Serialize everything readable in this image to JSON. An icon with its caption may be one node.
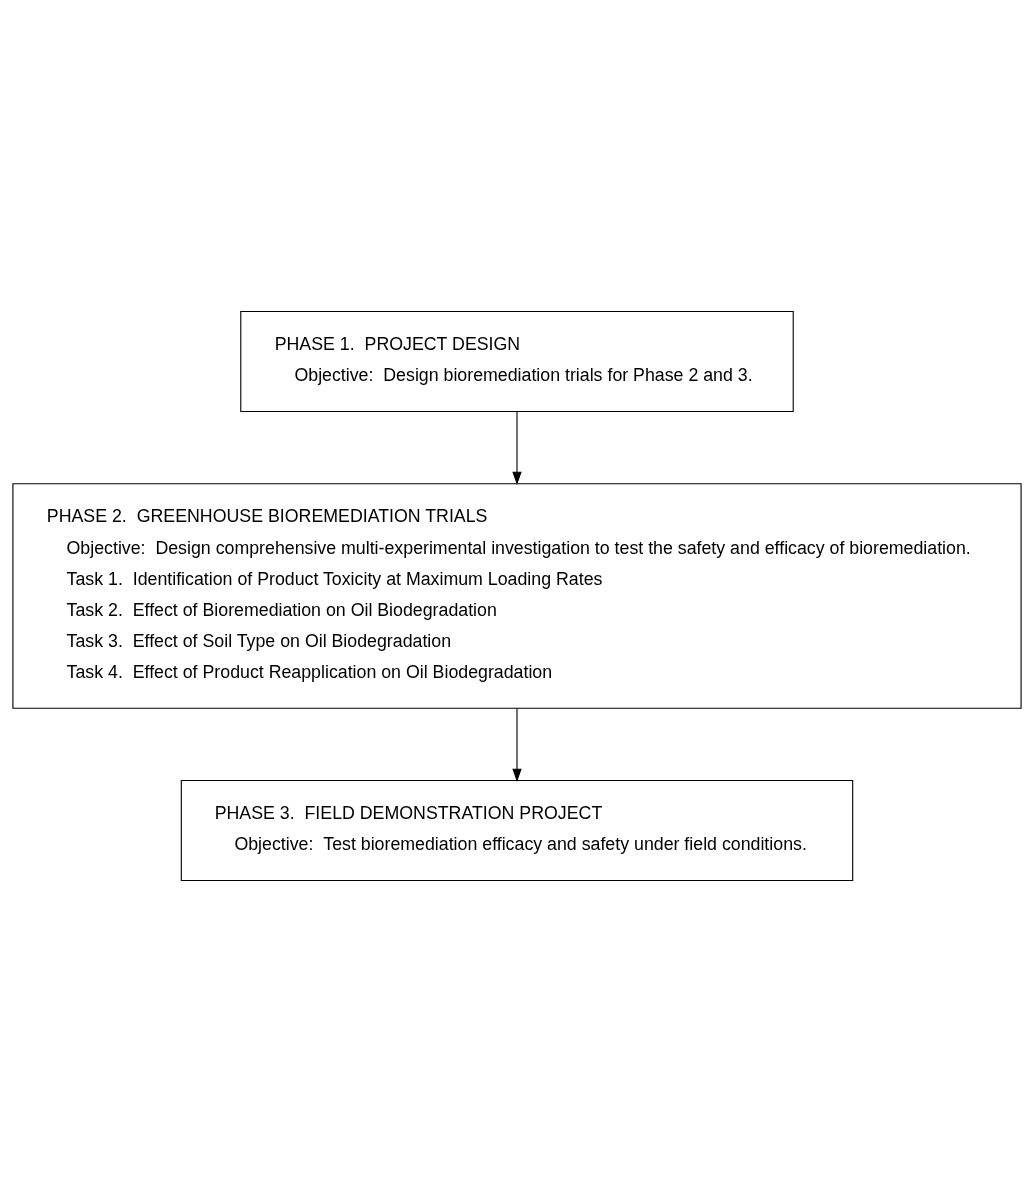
{
  "diagram": {
    "nodes": [
      {
        "text": [
          "PHASE 1.  PROJECT DESIGN",
          "Objective:  Design bioremediation trials for Phase 2 and 3."
        ]
      },
      {
        "text": [
          "PHASE 2.  GREENHOUSE BIOREMEDIATION TRIALS",
          "Objective:  Design comprehensive multi-experimental investigation to test the safety and efficacy of bioremediation.",
          "Task 1.  Identification of Product Toxicity at Maximum Loading Rates",
          "Task 2.  Effect of Bioremediation on Oil Biodegradation",
          "Task 3.  Effect of Soil Type on Oil Biodegradation",
          "Task 4.  Effect of Product Reapplication on Oil Biodegradation"
        ]
      },
      {
        "text": [
          "PHASE 3.  FIELD DEMONSTRATION PROJECT",
          "Objective:  Test bioremediation efficacy and safety under field conditions."
        ]
      }
    ],
    "edges": [
      {
        "from": 0,
        "to": 1,
        "arrow": "to"
      },
      {
        "from": 1,
        "to": 2,
        "arrow": "to"
      }
    ]
  }
}
